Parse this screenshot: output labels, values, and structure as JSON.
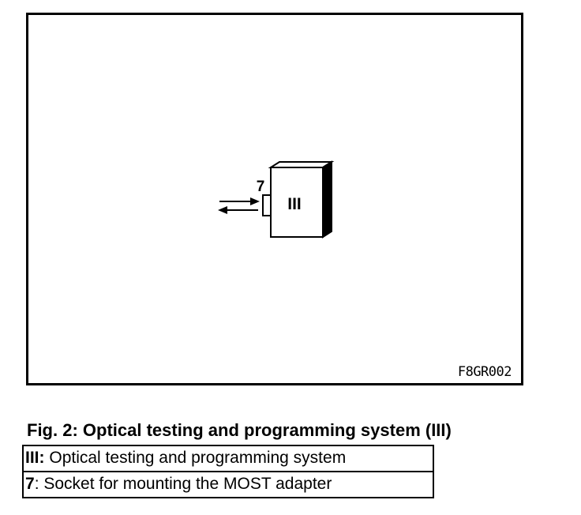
{
  "figure": {
    "device_label": "III",
    "socket_label": "7",
    "code": "F8GR002"
  },
  "caption": "Fig. 2: Optical testing and programming system (III)",
  "legend": [
    {
      "key": "III",
      "description": "Optical testing and programming system"
    },
    {
      "key": "7",
      "description": "Socket for mounting the MOST adapter"
    }
  ],
  "colors": {
    "line": "#000000",
    "background": "#ffffff"
  }
}
